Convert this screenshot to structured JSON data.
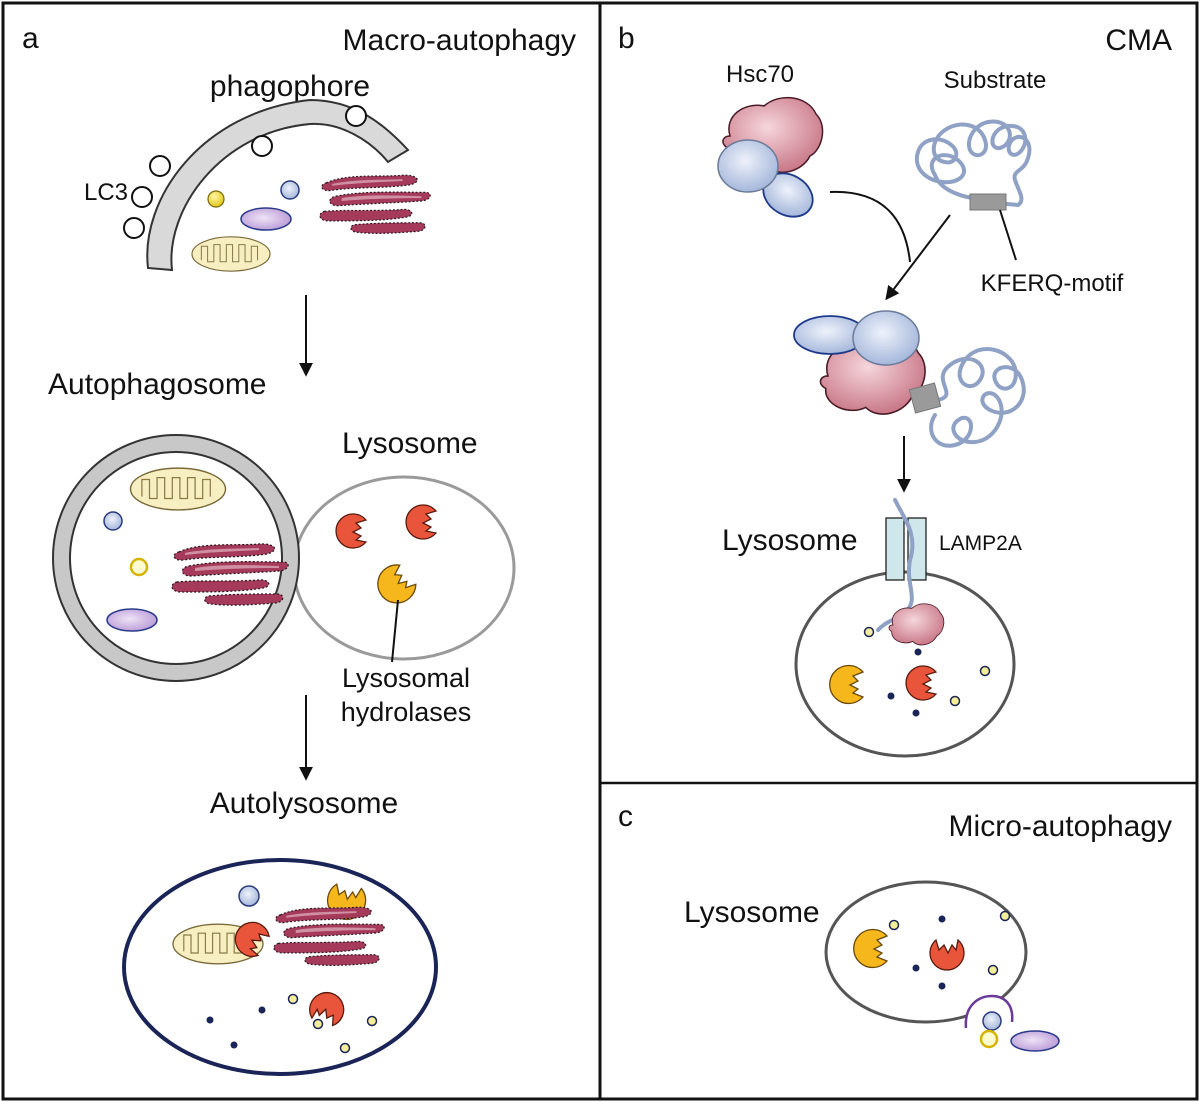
{
  "panel_a": {
    "letter": "a",
    "title": "Macro-autophagy",
    "phagophore": "phagophore",
    "lc3": "LC3",
    "autophagosome": "Autophagosome",
    "lysosome": "Lysosome",
    "hydrolases_line1": "Lysosomal",
    "hydrolases_line2": "hydrolases",
    "autolysosome": "Autolysosome"
  },
  "panel_b": {
    "letter": "b",
    "title": "CMA",
    "hsc70": "Hsc70",
    "substrate": "Substrate",
    "kferq": "KFERQ-motif",
    "lysosome": "Lysosome",
    "lamp2a": "LAMP2A"
  },
  "panel_c": {
    "letter": "c",
    "title": "Micro-autophagy",
    "lysosome": "Lysosome"
  },
  "colors": {
    "protein_pink": "#c9717f",
    "protein_blue": "#b3c3e0",
    "hydrolase_red": "#e8553a",
    "hydrolase_yellow": "#f5b71c",
    "mito_fill": "#f7efc2",
    "er_fill": "#a63a5a",
    "autolysosome_border": "#1a2457",
    "membrane_purple": "#6a3a9a"
  }
}
